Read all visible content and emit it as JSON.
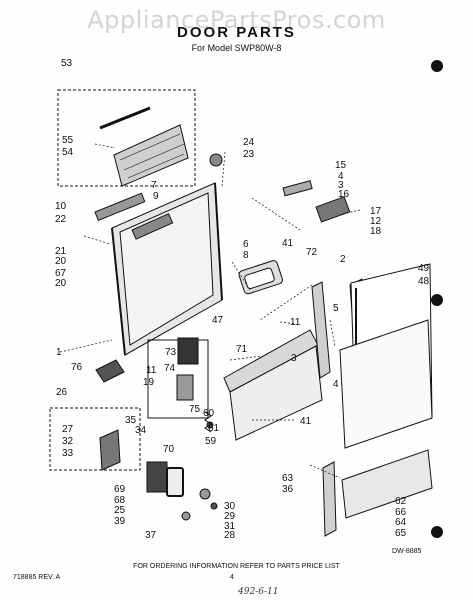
{
  "watermark": "AppliancePartsPros.com",
  "title": "DOOR PARTS",
  "subtitle": "For Model SWP80W-8",
  "footer_note": "FOR ORDERING INFORMATION REFER TO PARTS PRICE LIST",
  "doc_code": "718885 REV. A",
  "diagram_code": "DW-8885",
  "page_mark": "4",
  "handwritten_note": "492-6-11",
  "callouts": [
    "53",
    "55",
    "54",
    "24",
    "23",
    "15",
    "4",
    "3",
    "16",
    "7",
    "9",
    "17",
    "12",
    "18",
    "10",
    "22",
    "21",
    "20",
    "67",
    "20",
    "41",
    "72",
    "6",
    "8",
    "2",
    "49",
    "48",
    "5",
    "47",
    "11",
    "73",
    "71",
    "3",
    "1",
    "76",
    "74",
    "19",
    "11",
    "75",
    "4",
    "26",
    "27",
    "35",
    "34",
    "32",
    "33",
    "41",
    "60",
    "61",
    "70",
    "59",
    "63",
    "36",
    "62",
    "66",
    "64",
    "65",
    "69",
    "68",
    "25",
    "39",
    "30",
    "29",
    "31",
    "28",
    "37"
  ]
}
